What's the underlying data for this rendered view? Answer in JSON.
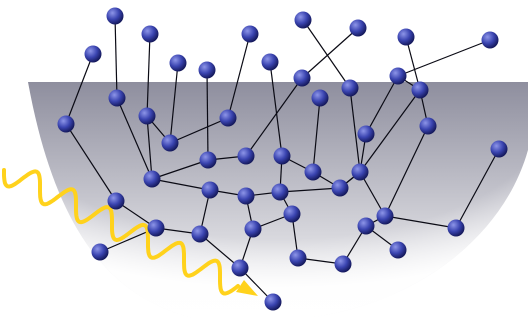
{
  "colors": {
    "background": "#ffffff",
    "surface_top": "#8e8e9e",
    "surface_bottom": "#ffffff",
    "node_light": "#8d95e8",
    "node_mid": "#3a44b0",
    "node_dark": "#14185a",
    "edge": "#0a0a14",
    "photon": "#ffd21c"
  },
  "icons": {
    "photon": "wavy-arrow-icon",
    "node": "sphere-node-icon"
  },
  "diagram": {
    "type": "network-graph",
    "node_count": 54,
    "edge_count": 73,
    "has_incoming_photon": true,
    "has_shaded_surface": true
  }
}
